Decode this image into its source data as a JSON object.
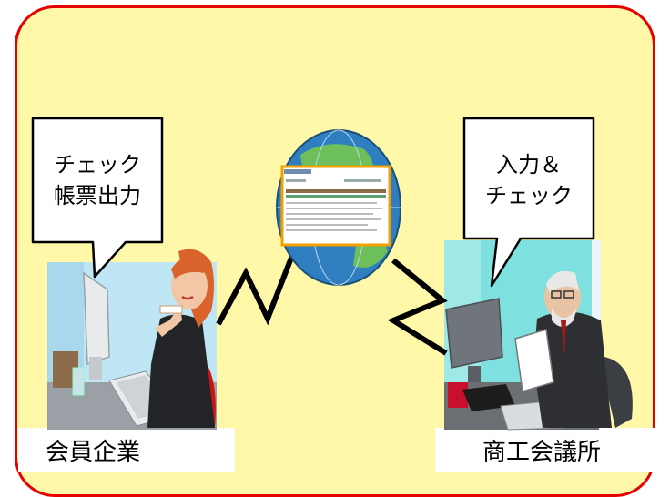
{
  "left_bubble": {
    "line1": "チェック",
    "line2": "帳票出力"
  },
  "right_bubble": {
    "line1": "入力＆",
    "line2": "チェック"
  },
  "left_caption": "会員企業",
  "right_caption": "商工会議所",
  "colors": {
    "panel_fill": "#fff8a8",
    "panel_border": "#e60000",
    "globe_ocean": "#2f7fc0",
    "globe_land": "#6cbf5a",
    "screen_border": "#f0a000"
  },
  "icons": [
    "globe-icon",
    "screen-icon",
    "woman-user-icon",
    "man-user-icon",
    "network-link-icon",
    "speech-bubble-icon"
  ]
}
